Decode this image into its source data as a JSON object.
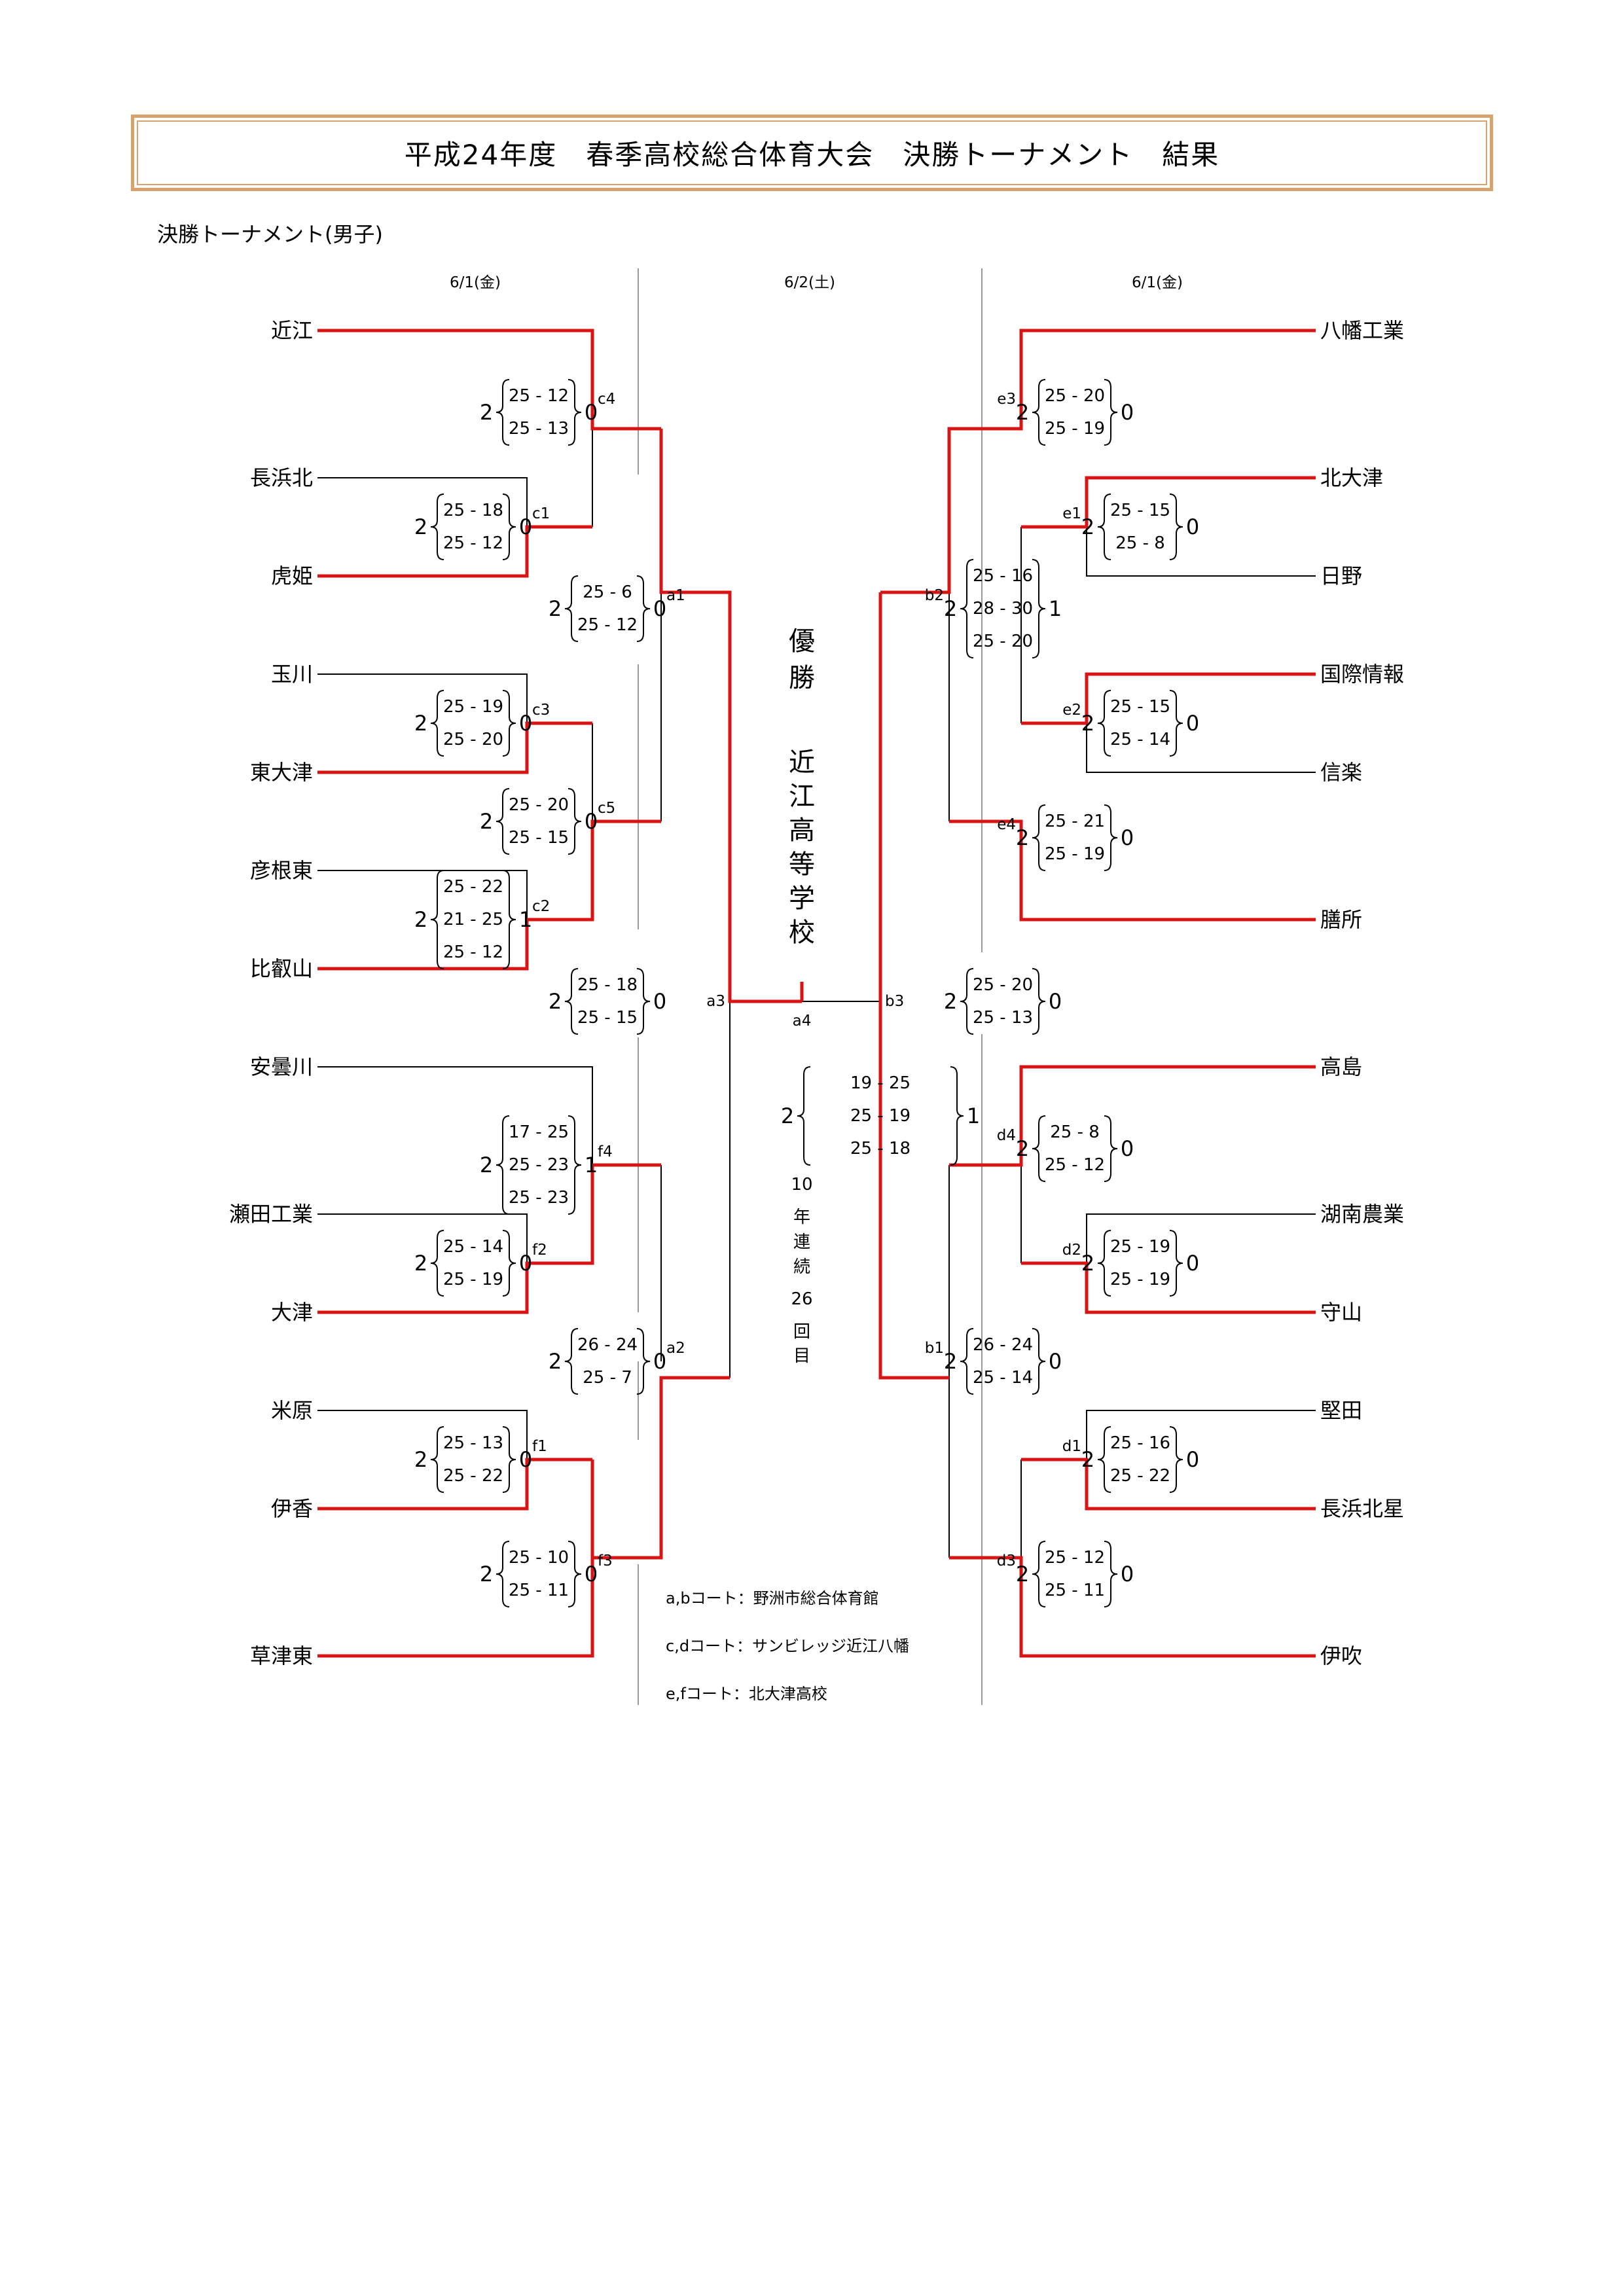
{
  "title": "平成24年度　春季高校総合体育大会　決勝トーナメント　結果",
  "subtitle": "決勝トーナメント(男子)",
  "days": {
    "left": "6/1(金)",
    "center": "6/2(土)",
    "right": "6/1(金)"
  },
  "champion": {
    "label": "優勝",
    "team": "近江高等学校",
    "streak": [
      "10",
      "年",
      "連",
      "続",
      "26",
      "回",
      "目"
    ]
  },
  "left_teams": [
    "近江",
    "長浜北",
    "虎姫",
    "玉川",
    "東大津",
    "彦根東",
    "比叡山",
    "安曇川",
    "瀬田工業",
    "大津",
    "米原",
    "伊香",
    "草津東"
  ],
  "right_teams": [
    "八幡工業",
    "北大津",
    "日野",
    "国際情報",
    "信楽",
    "膳所",
    "高島",
    "湖南農業",
    "守山",
    "堅田",
    "長浜北星",
    "伊吹"
  ],
  "matches": [
    {
      "id": "c1",
      "left": "2",
      "sets": [
        "25 - 18",
        "25 - 12"
      ],
      "right": "0"
    },
    {
      "id": "c4",
      "left": "2",
      "sets": [
        "25 - 12",
        "25 - 13"
      ],
      "right": "0"
    },
    {
      "id": "c3",
      "left": "2",
      "sets": [
        "25 - 19",
        "25 - 20"
      ],
      "right": "0"
    },
    {
      "id": "c2",
      "left": "2",
      "sets": [
        "25 - 22",
        "21 - 25",
        "25 - 12"
      ],
      "right": "1"
    },
    {
      "id": "c5",
      "left": "2",
      "sets": [
        "25 - 20",
        "25 - 15"
      ],
      "right": "0"
    },
    {
      "id": "a1",
      "left": "2",
      "sets": [
        "25 - 6",
        "25 - 12"
      ],
      "right": "0"
    },
    {
      "id": "f2",
      "left": "2",
      "sets": [
        "25 - 14",
        "25 - 19"
      ],
      "right": "0"
    },
    {
      "id": "f4",
      "left": "2",
      "sets": [
        "17 - 25",
        "25 - 23",
        "25 - 23"
      ],
      "right": "1"
    },
    {
      "id": "f1",
      "left": "2",
      "sets": [
        "25 - 13",
        "25 - 22"
      ],
      "right": "0"
    },
    {
      "id": "f3",
      "left": "2",
      "sets": [
        "25 - 10",
        "25 - 11"
      ],
      "right": "0"
    },
    {
      "id": "a2",
      "left": "2",
      "sets": [
        "26 - 24",
        "25 - 7"
      ],
      "right": "0"
    },
    {
      "id": "a3",
      "left": "2",
      "sets": [
        "25 - 18",
        "25 - 15"
      ],
      "right": "0"
    },
    {
      "id": "a4",
      "left": "2",
      "sets": [
        "19 - 25",
        "25 - 19",
        "25 - 18"
      ],
      "right": "1"
    },
    {
      "id": "e1",
      "left": "2",
      "sets": [
        "25 - 15",
        "25 - 8"
      ],
      "right": "0"
    },
    {
      "id": "e3",
      "left": "2",
      "sets": [
        "25 - 20",
        "25 - 19"
      ],
      "right": "0"
    },
    {
      "id": "e2",
      "left": "2",
      "sets": [
        "25 - 15",
        "25 - 14"
      ],
      "right": "0"
    },
    {
      "id": "e4",
      "left": "2",
      "sets": [
        "25 - 21",
        "25 - 19"
      ],
      "right": "0"
    },
    {
      "id": "b2",
      "left": "2",
      "sets": [
        "25 - 16",
        "28 - 30",
        "25 - 20"
      ],
      "right": "1"
    },
    {
      "id": "d2",
      "left": "2",
      "sets": [
        "25 - 19",
        "25 - 19"
      ],
      "right": "0"
    },
    {
      "id": "d4",
      "left": "2",
      "sets": [
        "25 - 8",
        "25 - 12"
      ],
      "right": "0"
    },
    {
      "id": "d1",
      "left": "2",
      "sets": [
        "25 - 16",
        "25 - 22"
      ],
      "right": "0"
    },
    {
      "id": "d3",
      "left": "2",
      "sets": [
        "25 - 12",
        "25 - 11"
      ],
      "right": "0"
    },
    {
      "id": "b1",
      "left": "2",
      "sets": [
        "26 - 24",
        "25 - 14"
      ],
      "right": "0"
    },
    {
      "id": "b3",
      "left": "2",
      "sets": [
        "25 - 20",
        "25 - 13"
      ],
      "right": "0"
    }
  ],
  "court_notes": [
    "a,bコート：野洲市総合体育館",
    "c,dコート：サンビレッジ近江八幡",
    "e,fコート：北大津高校"
  ],
  "colors": {
    "winner_line": "#d81414",
    "frame": "#d9a26a",
    "divider": "#999999"
  }
}
